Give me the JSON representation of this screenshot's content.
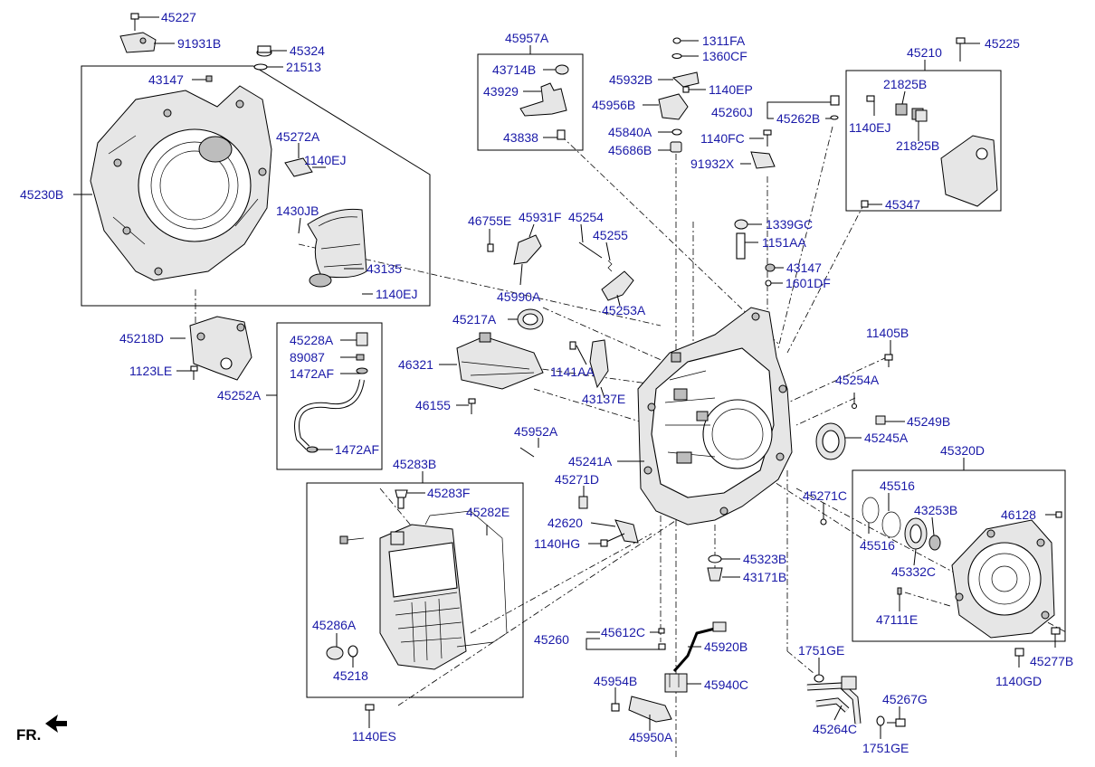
{
  "direction_label": "FR.",
  "labels": {
    "l45227": "45227",
    "l91931B": "91931B",
    "l45324": "45324",
    "l21513": "21513",
    "l43147a": "43147",
    "l45230B": "45230B",
    "l45272A": "45272A",
    "l1140EJa": "1140EJ",
    "l1430JB": "1430JB",
    "l43135": "43135",
    "l1140EJb": "1140EJ",
    "l45218D": "45218D",
    "l1123LE": "1123LE",
    "l45252A": "45252A",
    "l45228A": "45228A",
    "l89087": "89087",
    "l1472AFa": "1472AF",
    "l1472AFb": "1472AF",
    "l45957A": "45957A",
    "l43714B": "43714B",
    "l43929": "43929",
    "l43838": "43838",
    "l1311FA": "1311FA",
    "l1360CF": "1360CF",
    "l45932B": "45932B",
    "l1140EP": "1140EP",
    "l45956B": "45956B",
    "l45840A": "45840A",
    "l45686B": "45686B",
    "l1140FC": "1140FC",
    "l91932X": "91932X",
    "l45260J": "45260J",
    "l45262B": "45262B",
    "l45225": "45225",
    "l45210": "45210",
    "l21825Ba": "21825B",
    "l1140EJc": "1140EJ",
    "l21825Bb": "21825B",
    "l45347": "45347",
    "l46755E": "46755E",
    "l45931F": "45931F",
    "l45254": "45254",
    "l45255": "45255",
    "l45990A": "45990A",
    "l45253A": "45253A",
    "l1339GC": "1339GC",
    "l1151AA": "1151AA",
    "l43147b": "43147",
    "l1601DF": "1601DF",
    "l45217A": "45217A",
    "l46321": "46321",
    "l1141AA": "1141AA",
    "l43137E": "43137E",
    "l46155": "46155",
    "l11405B": "11405B",
    "l45254A": "45254A",
    "l45249B": "45249B",
    "l45245A": "45245A",
    "l45952A": "45952A",
    "l45241A": "45241A",
    "l45271D": "45271D",
    "l45271C": "45271C",
    "l42620": "42620",
    "l1140HG": "1140HG",
    "l45283B": "45283B",
    "l45283F": "45283F",
    "l45282E": "45282E",
    "l45286A": "45286A",
    "l45218": "45218",
    "l1140ES": "1140ES",
    "l45323B": "45323B",
    "l43171B": "43171B",
    "l45260": "45260",
    "l45612C": "45612C",
    "l45920B": "45920B",
    "l45954B": "45954B",
    "l45940C": "45940C",
    "l45950A": "45950A",
    "l45320D": "45320D",
    "l45516a": "45516",
    "l45516b": "45516",
    "l43253B": "43253B",
    "l46128": "46128",
    "l45332C": "45332C",
    "l47111E": "47111E",
    "l45277B": "45277B",
    "l1140GD": "1140GD",
    "l1751GEa": "1751GE",
    "l45267G": "45267G",
    "l45264C": "45264C",
    "l1751GEb": "1751GE"
  }
}
